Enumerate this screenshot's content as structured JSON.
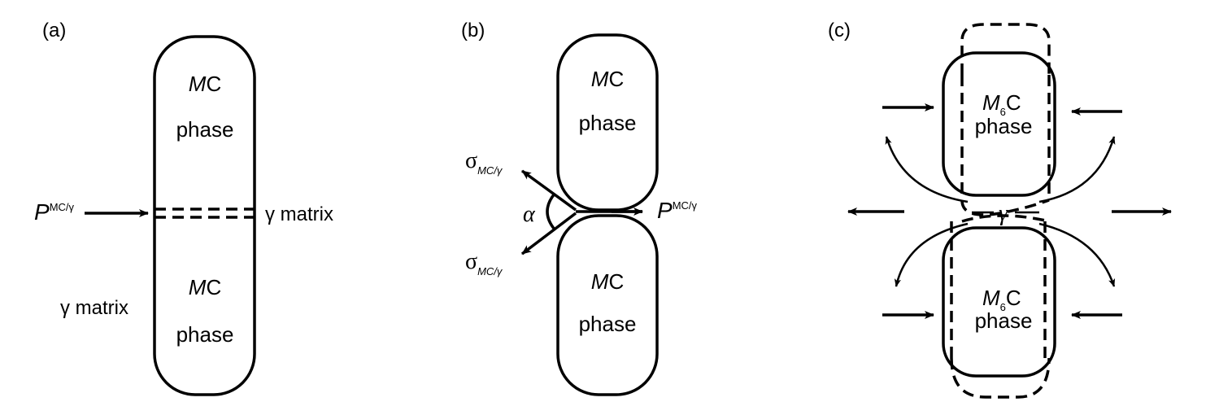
{
  "panels": {
    "a": {
      "label": "(a)",
      "top_particle": {
        "symbol": "M",
        "suffix": "C",
        "word": "phase"
      },
      "bottom_particle": {
        "symbol": "M",
        "suffix": "C",
        "word": "phase"
      },
      "force": {
        "symbol": "P",
        "superscript": "MC/γ"
      },
      "matrix_right": "γ matrix",
      "matrix_left": "γ matrix"
    },
    "b": {
      "label": "(b)",
      "top_particle": {
        "symbol": "M",
        "suffix": "C",
        "word": "phase"
      },
      "bottom_particle": {
        "symbol": "M",
        "suffix": "C",
        "word": "phase"
      },
      "sigma_top": {
        "symbol": "σ",
        "subscript": "MC/γ"
      },
      "sigma_bottom": {
        "symbol": "σ",
        "subscript": "MC/γ"
      },
      "angle": "α",
      "force": {
        "symbol": "P",
        "superscript": "MC/γ"
      }
    },
    "c": {
      "label": "(c)",
      "top_particle": {
        "symbol": "M",
        "subscript": "6",
        "suffix": "C",
        "word": "phase"
      },
      "bottom_particle": {
        "symbol": "M",
        "subscript": "6",
        "suffix": "C",
        "word": "phase"
      },
      "gap_label": "γ"
    }
  }
}
